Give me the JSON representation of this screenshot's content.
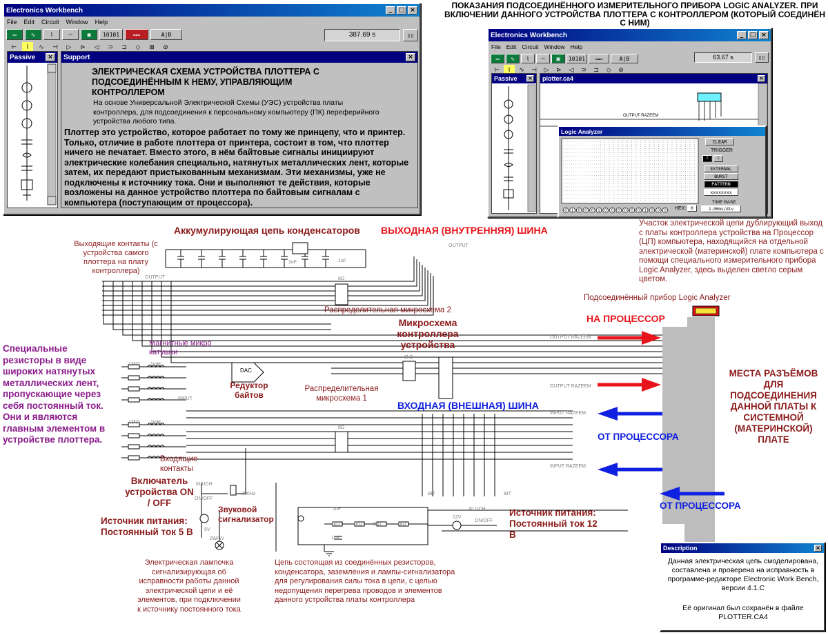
{
  "main_window": {
    "title": "Electronics Workbench",
    "menu": [
      "File",
      "Edit",
      "Circuit",
      "Window",
      "Help"
    ],
    "timer": "387.69 s",
    "toolbar_labels": [
      "10101",
      "A|B"
    ],
    "parts_panel_title": "Passive",
    "support_title": "Support",
    "support_heading": "ЭЛЕКТРИЧЕСКАЯ СХЕМА УСТРОЙСТВА ПЛОТТЕРА С ПОДСОЕДИНЁННЫМ К НЕМУ, УПРАВЛЯЮЩИМ КОНТРОЛЛЕРОМ",
    "support_sub": "На основе Универсальной Электрической Схемы (УЭС) устройства платы контроллера, для подсоединения к персональному компьютеру (ПК) переферийного устройства любого типа.",
    "support_body": "Плоттер это устройство, которое работает по тому же принцепу, что и принтер. Только, отличие в работе плоттера от принтера, состоит в том, что плоттер ничего не печатает. Вместо этого, в нём байтовые сигналы инициируют электрические колебания специально, натянутых металлических лент, которые затем, их передают пристыкованным механизмам. Эти механизмы, уже не подключены к источнику тока. Они и выполняют те действия, которые возложены на данное устройство плоттера по байтовым сигналам с компьютера (поступающим от процессора)."
  },
  "right_heading": "ПОКАЗАНИЯ ПОДСОЕДИНЁННОГО ИЗМЕРИТЕЛЬНОГО ПРИБОРА LOGIC ANALYZER. ПРИ ВКЛЮЧЕНИИ ДАННОГО УСТРОЙСТВА ПЛОТТЕРА С КОНТРОЛЛЕРОМ (КОТОРЫЙ СОЕДИНЁН С НИМ)",
  "small_window": {
    "title": "Electronics Workbench",
    "menu": [
      "File",
      "Edit",
      "Circuit",
      "Window",
      "Help"
    ],
    "timer": "63.67 s",
    "parts_panel_title": "Passive",
    "doc_title": "plotter.ca4",
    "net_label": "OUTPUT RAZEEM",
    "analyzer": {
      "title": "Logic Analyzer",
      "clear": "CLEAR",
      "trigger": "TRIGGER",
      "external": "EXTERNAL",
      "burst": "BURST",
      "pattern": "PATTERN",
      "pattern_value": "xxxxxxxx",
      "hex_label": "HEX:",
      "hex_value": "0",
      "time_base": "TIME BASE",
      "time_value": "1.00ms/div",
      "bit_labels": [
        "0",
        "1",
        "0",
        "0",
        "0",
        "1",
        "0",
        "0",
        "0",
        "0",
        "0",
        "0",
        "1",
        "0",
        "0",
        "0"
      ]
    }
  },
  "annotation_right": "Участок электрической цепи дублирующий выход с платы контроллера устройства на Процессор (ЦП) компьютера, находящийся на отдельной электрической (материнской) плате компьютера с помощи специального измерительного прибора Logic Analyzer, здесь выделен светло серым цветом.",
  "labels": {
    "capacitor_chain": "Аккумулирующая цепь конденсаторов",
    "output_bus": "ВЫХОДНАЯ (ВНУТРЕННЯЯ) ШИНА",
    "outgoing_contacts": "Выходящие контакты (с устройства самого плоттера на плату контроллера)",
    "dist_chip_2": "Распределительная микросхема 2",
    "controller_chip": "Микросхема контроллера устройства",
    "connected_analyzer": "Подсоединённый прибор Logic Analyzer",
    "to_cpu": "НА ПРОЦЕССОР",
    "magnetic_coils": "Магнитные микро катушки",
    "special_resistors": "Специальные резисторы в виде широких натянутых металлических лент, пропускающие через себя постоянный ток. Они и являются главным элементом в устройстве плоттера.",
    "byte_reducer": "Редуктор байтов",
    "dist_chip_1": "Распределительная микросхема 1",
    "input_bus": "ВХОДНАЯ (ВНЕШНАЯ) ШИНА",
    "connector_places": "МЕСТА РАЗЪЁМОВ ДЛЯ ПОДСОЕДИНЕНИЯ ДАННОЙ ПЛАТЫ К СИСТЕМНОЙ (МАТЕРИНСКОЙ) ПЛАТЕ",
    "from_cpu_1": "ОТ ПРОЦЕССОРА",
    "from_cpu_2": "ОТ ПРОЦЕССОРА",
    "incoming_contacts": "Входящие контакты",
    "switch": "Включатель устройства ON / OFF",
    "buzzer": "Звуковой сигнализатор",
    "power_5v": "Источник питания: Постоянный ток 5 В",
    "power_12v": "Источник питания: Постоянный ток 12 В",
    "lamp": "Электрическая лампочка сигнализирующая об исправности работы данной электрической цепи и её элементов, при подключении к источнику постоянного тока",
    "rc_chain": "Цепь состоящая из соединённых резисторов, конденсатора, заземления и лампы-сигнализатора для регулирования силы тока в цепи, с целью недопущения перегрева проводов и элементов данного устройства платы контроллера"
  },
  "schematic": {
    "output": "OUTPUT",
    "input": "INPUT",
    "output_razeem": "OUTPUT RAZEEM",
    "input_razeem": "INPUT RAZEEM",
    "klush": "KLUCH",
    "onoff": "ON/OFF",
    "dac": "DAC",
    "r12k": "12kΩ",
    "mh1": "1mH",
    "r3k": "3kΩ",
    "r1k": "1kΩ",
    "c1uf": "1uF",
    "v12": "12V",
    "v5": "5V",
    "hz": "200Hz",
    "lamp_rating": "2W/5V",
    "bit_label": "BIT",
    "chip_label": "8Ω"
  },
  "description": {
    "title": "Description",
    "text1": "Данная электрическая цепь смоделирована, составлена и проверена на исправность в программе-редакторе Electronic Work Bench, версии 4.1.C",
    "text2": "Её оригинал был сохранён в файле PLOTTER.CA4"
  },
  "colors": {
    "dark_red": "#8b1a1a",
    "red": "#e8141b",
    "blue": "#1020e0",
    "purple": "#8a1a8a",
    "title_bar": "#000080",
    "grey_region": "#bdbdbd"
  }
}
